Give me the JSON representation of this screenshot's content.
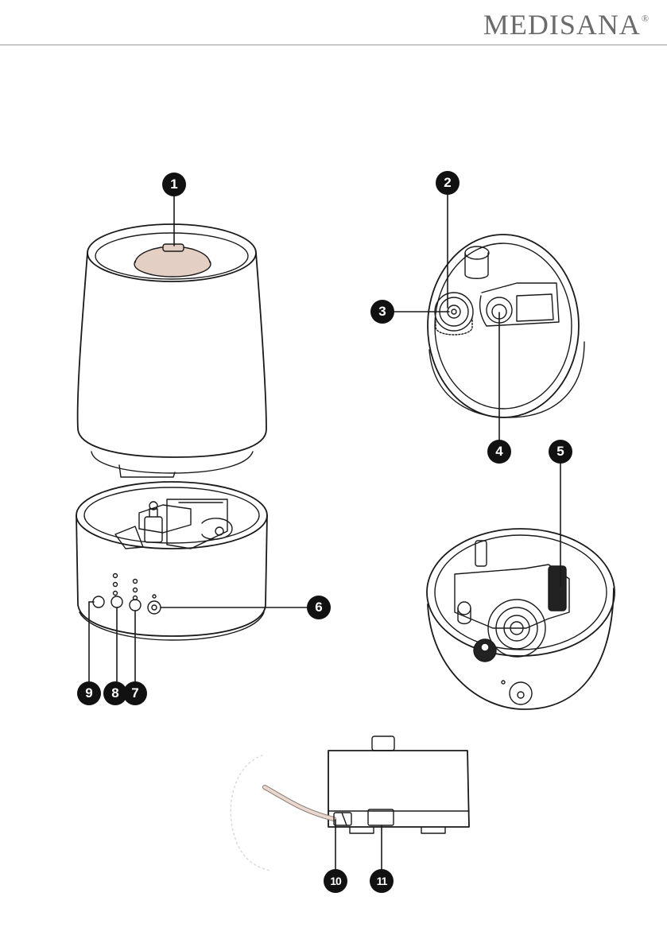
{
  "header": {
    "brand": "MEDISANA",
    "registered": "®"
  },
  "colors": {
    "stroke": "#1a1a1a",
    "lid": "#e3cfc4",
    "cable": "#e8d8d0",
    "callout_bg": "#111111"
  },
  "callouts": [
    {
      "id": "1",
      "label": "1"
    },
    {
      "id": "2",
      "label": "2"
    },
    {
      "id": "3",
      "label": "3"
    },
    {
      "id": "4",
      "label": "4"
    },
    {
      "id": "5",
      "label": "5"
    },
    {
      "id": "6",
      "label": "6"
    },
    {
      "id": "7",
      "label": "7"
    },
    {
      "id": "8",
      "label": "8"
    },
    {
      "id": "9",
      "label": "9"
    },
    {
      "id": "10",
      "label": "10"
    },
    {
      "id": "11",
      "label": "11"
    }
  ]
}
